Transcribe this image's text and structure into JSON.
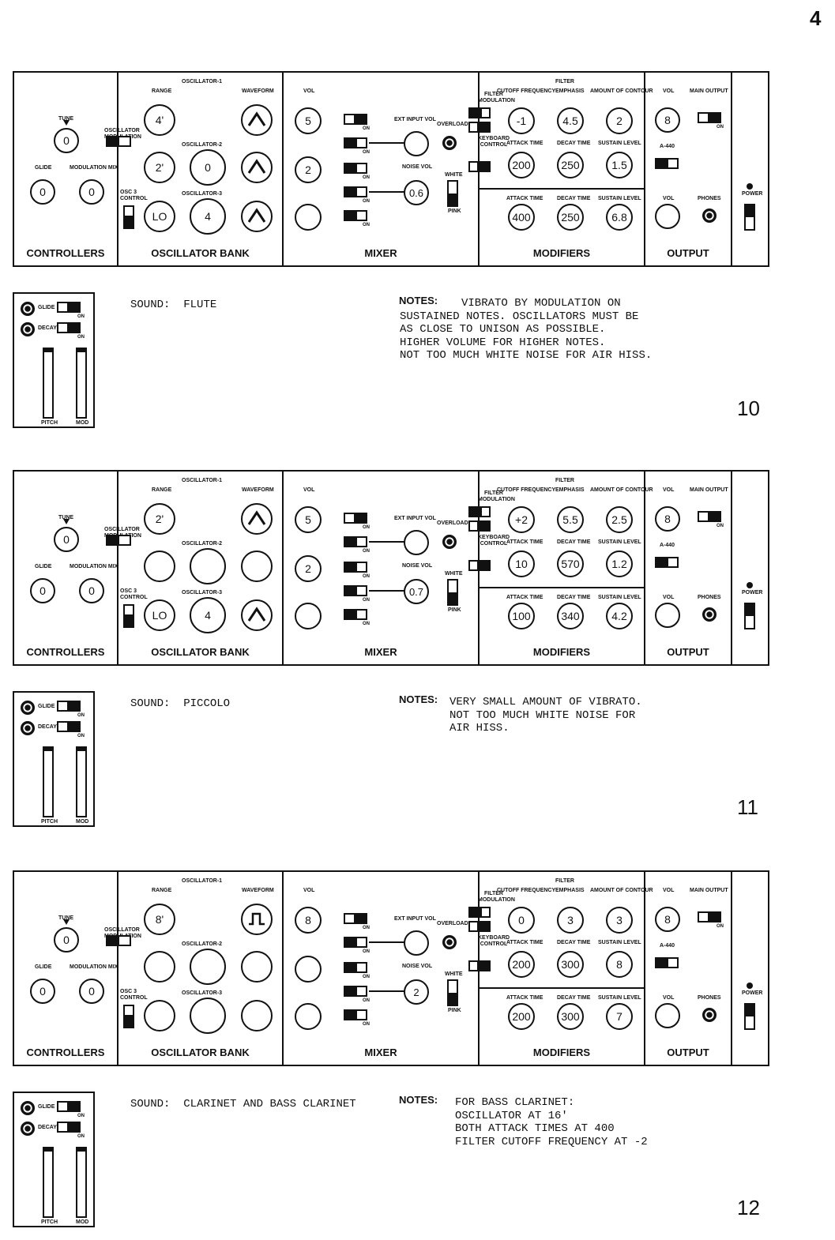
{
  "page_number": "4",
  "labels": {
    "controllers": "CONTROLLERS",
    "oscillator_bank": "OSCILLATOR BANK",
    "mixer": "MIXER",
    "modifiers": "MODIFIERS",
    "output": "OUTPUT",
    "tune": "TUNE",
    "glide": "GLIDE",
    "modulation_mix": "MODULATION MIX",
    "osc_modulation": "OSCILLATOR MODULATION",
    "osc3_control": "OSC 3 CONTROL",
    "oscillator1": "OSCILLATOR-1",
    "oscillator2": "OSCILLATOR-2",
    "oscillator3": "OSCILLATOR-3",
    "range": "RANGE",
    "waveform": "WAVEFORM",
    "vol": "VOL",
    "ext_input_vol": "EXT INPUT VOL",
    "noise_vol": "NOISE VOL",
    "overload": "OVERLOAD",
    "white": "WHITE",
    "pink": "PINK",
    "filter_modulation": "FILTER MODULATION",
    "keyboard_control": "KEYBOARD CONTROL",
    "filter": "FILTER",
    "cutoff_frequency": "CUTOFF FREQUENCY",
    "emphasis": "EMPHASIS",
    "amount_of_contour": "AMOUNT OF CONTOUR",
    "attack_time": "ATTACK TIME",
    "decay_time": "DECAY TIME",
    "sustain_level": "SUSTAIN LEVEL",
    "main_output": "MAIN OUTPUT",
    "a440": "A-440",
    "phones": "PHONES",
    "power": "POWER",
    "on": "ON",
    "pitch": "PITCH",
    "mod": "MOD",
    "glide_sw": "GLIDE",
    "decay_sw": "DECAY",
    "sound_prefix": "SOUND:",
    "notes_label": "NOTES:"
  },
  "presets": [
    {
      "number": "10",
      "sound": "FLUTE",
      "notes": [
        "VIBRATO BY MODULATION ON",
        "SUSTAINED NOTES. OSCILLATORS MUST BE",
        "AS CLOSE TO UNISON AS POSSIBLE.",
        "HIGHER VOLUME FOR HIGHER NOTES.",
        "NOT TOO MUCH WHITE NOISE FOR AIR HISS."
      ],
      "tune": "0",
      "glide": "0",
      "mod_mix": "0",
      "osc1_range": "4'",
      "osc2_range": "2'",
      "osc2_freq": "0",
      "osc3_range": "LO",
      "osc3_freq": "4",
      "osc1_wave": "triangle",
      "osc2_wave": "triangle",
      "osc3_wave": "triangle",
      "mix_vol1": "5",
      "mix_vol2": "2",
      "mix_vol3": "",
      "noise_vol": "0.6",
      "cutoff": "-1",
      "emphasis": "4.5",
      "contour": "2",
      "f_attack": "200",
      "f_decay": "250",
      "f_sustain": "1.5",
      "l_attack": "400",
      "l_decay": "250",
      "l_sustain": "6.8",
      "out_vol": "8",
      "phones_vol": ""
    },
    {
      "number": "11",
      "sound": "PICCOLO",
      "notes": [
        "VERY SMALL AMOUNT OF VIBRATO.",
        "NOT TOO MUCH WHITE NOISE FOR",
        "AIR HISS."
      ],
      "tune": "0",
      "glide": "0",
      "mod_mix": "0",
      "osc1_range": "2'",
      "osc2_range": "",
      "osc2_freq": "",
      "osc3_range": "LO",
      "osc3_freq": "4",
      "osc1_wave": "triangle",
      "osc2_wave": "none",
      "osc3_wave": "triangle",
      "mix_vol1": "5",
      "mix_vol2": "2",
      "mix_vol3": "",
      "noise_vol": "0.7",
      "cutoff": "+2",
      "emphasis": "5.5",
      "contour": "2.5",
      "f_attack": "10",
      "f_decay": "570",
      "f_sustain": "1.2",
      "l_attack": "100",
      "l_decay": "340",
      "l_sustain": "4.2",
      "out_vol": "8",
      "phones_vol": ""
    },
    {
      "number": "12",
      "sound": "CLARINET AND BASS CLARINET",
      "notes": [
        "FOR BASS CLARINET:",
        "OSCILLATOR AT 16'",
        "BOTH ATTACK TIMES AT 400",
        "FILTER CUTOFF FREQUENCY AT -2"
      ],
      "tune": "0",
      "glide": "0",
      "mod_mix": "0",
      "osc1_range": "8'",
      "osc2_range": "",
      "osc2_freq": "",
      "osc3_range": "",
      "osc3_freq": "",
      "osc1_wave": "square",
      "osc2_wave": "none",
      "osc3_wave": "none",
      "mix_vol1": "8",
      "mix_vol2": "",
      "mix_vol3": "",
      "noise_vol": "2",
      "cutoff": "0",
      "emphasis": "3",
      "contour": "3",
      "f_attack": "200",
      "f_decay": "300",
      "f_sustain": "8",
      "l_attack": "200",
      "l_decay": "300",
      "l_sustain": "7",
      "out_vol": "8",
      "phones_vol": ""
    }
  ]
}
